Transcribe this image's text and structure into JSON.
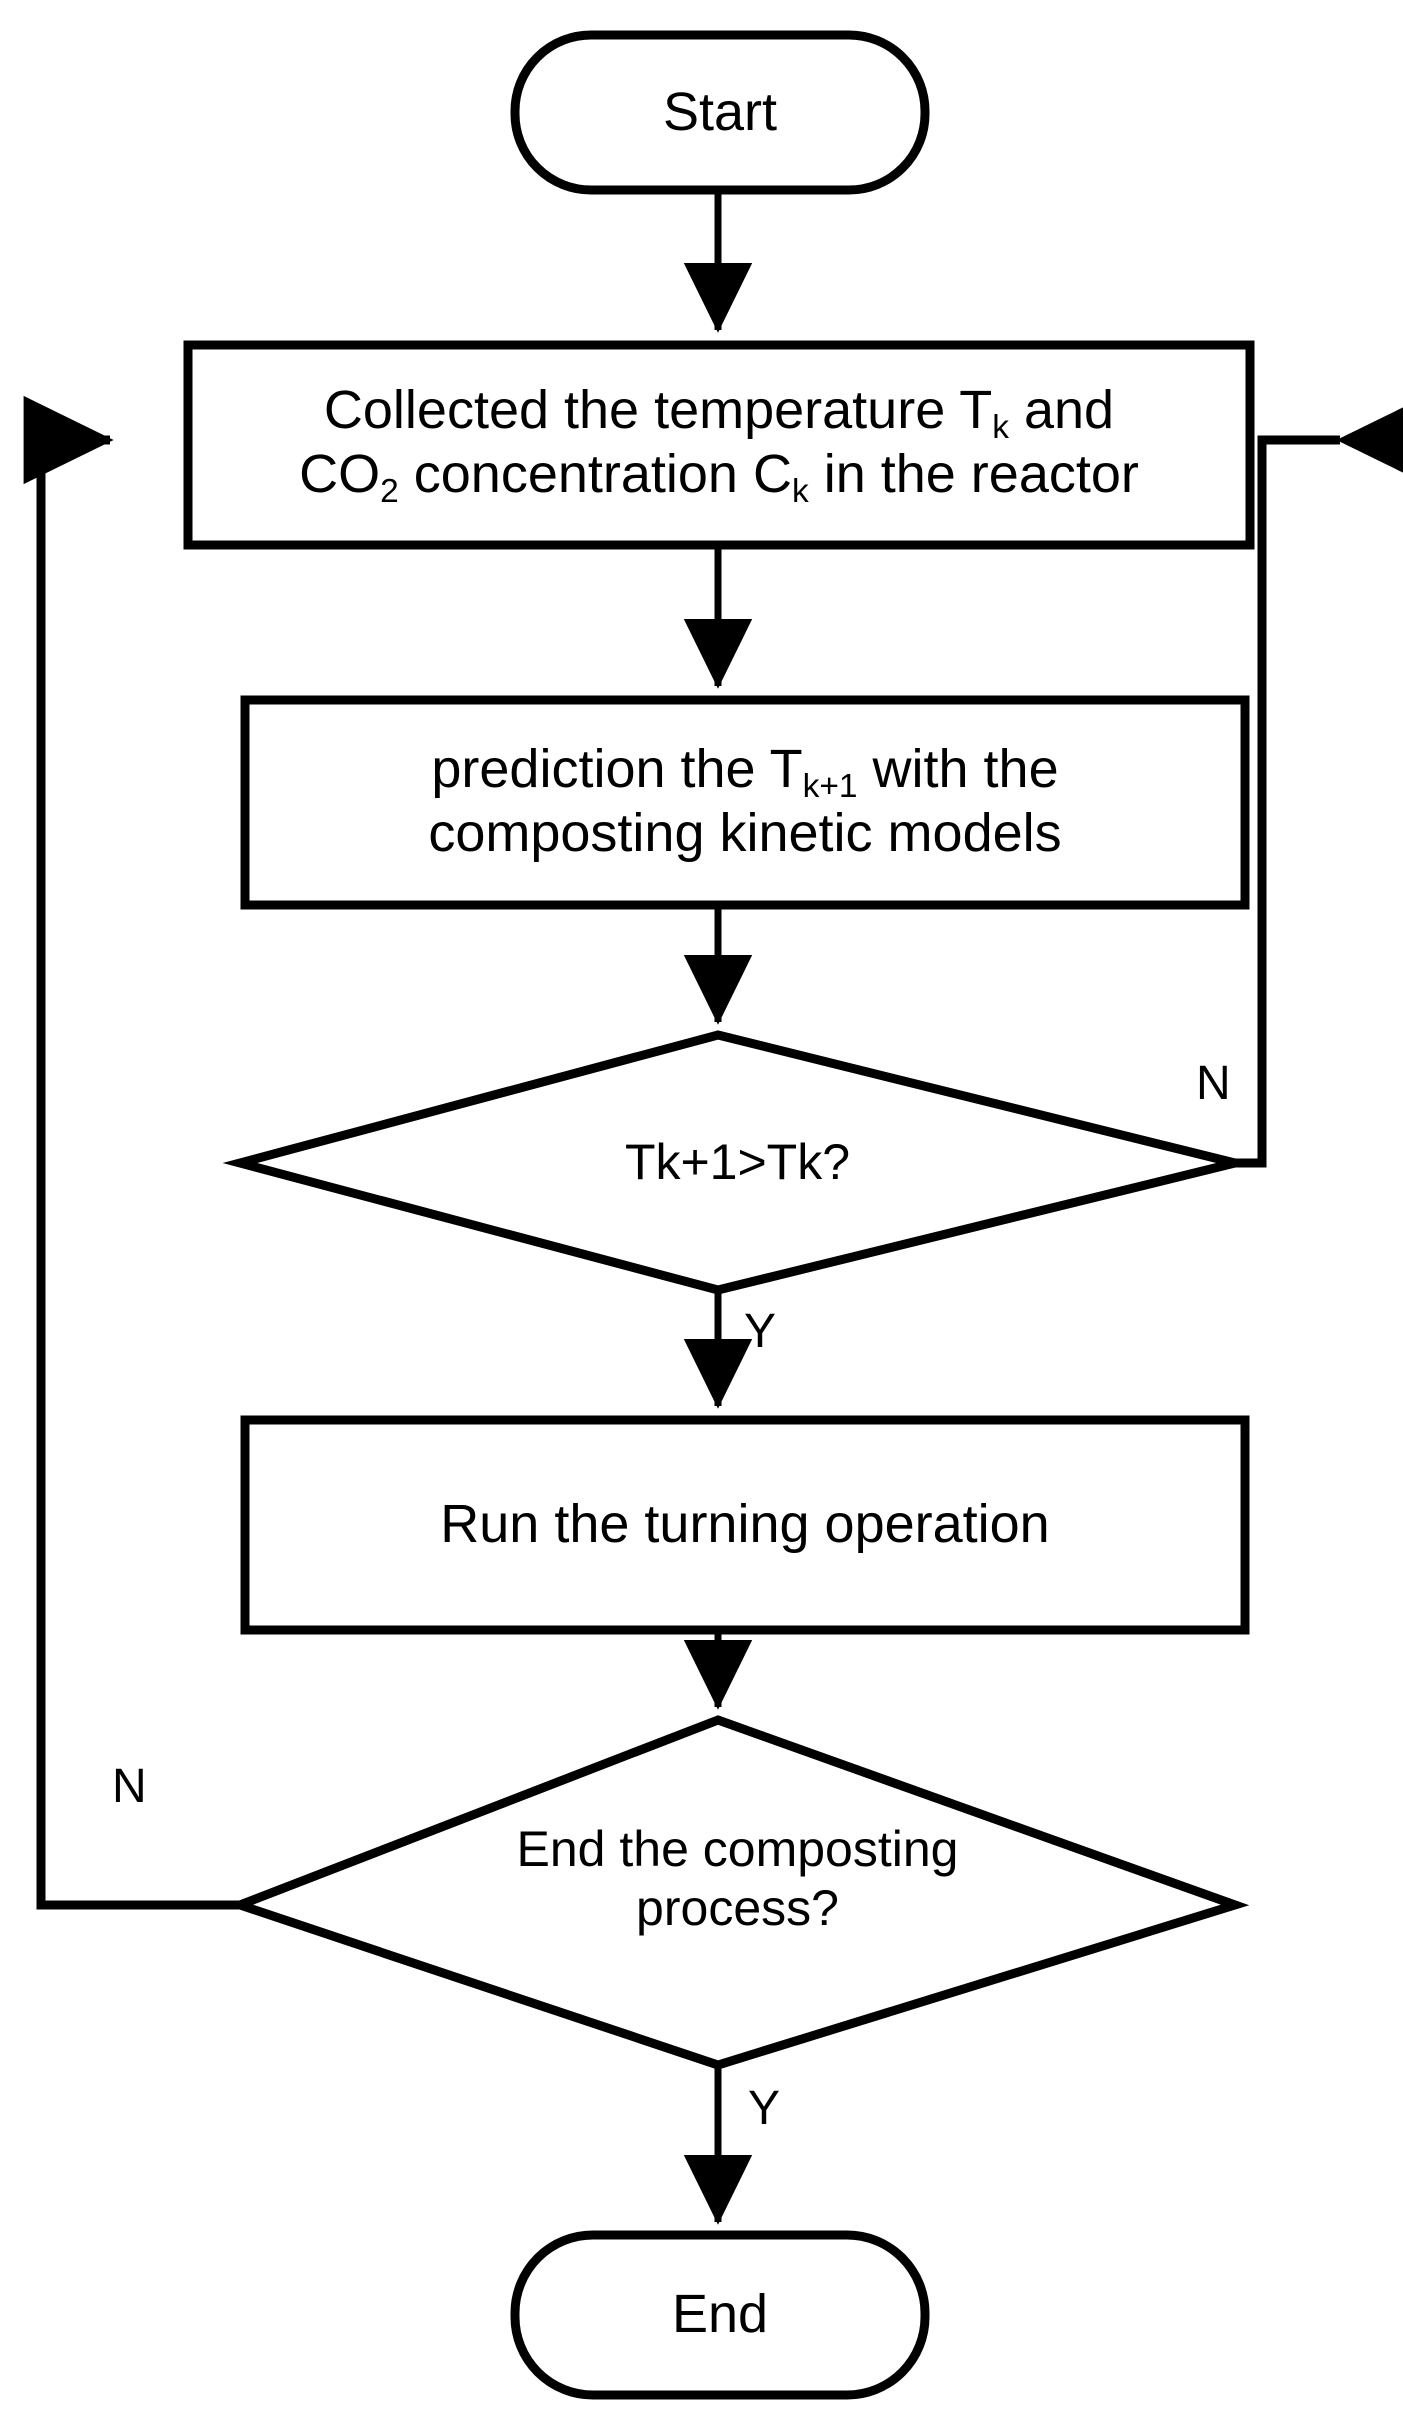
{
  "diagram": {
    "type": "flowchart",
    "title": "Composting turning-operation control flowchart",
    "orientation": "top-to-bottom",
    "stroke_color": "#000000",
    "fill_color": "#FFFFFF",
    "text_color": "#000000"
  },
  "nodes": {
    "start": {
      "shape": "terminator",
      "label": "Start"
    },
    "collect": {
      "shape": "process",
      "line1_prefix": "Collected the temperature T",
      "line1_sub": "k",
      "line1_suffix": " and",
      "line2_prefix": "CO",
      "line2_sub_a": "2",
      "line2_mid": " concentration C",
      "line2_sub_b": "k",
      "line2_suffix": "  in the reactor",
      "plain_text": "Collected the temperature Tk and CO2 concentration Ck in the reactor"
    },
    "predict": {
      "shape": "process",
      "line1_prefix": "prediction the T",
      "line1_sub": "k+1",
      "line1_suffix": " with the",
      "line2": "composting kinetic models",
      "plain_text": "prediction the Tk+1 with the composting kinetic models"
    },
    "decision_temp": {
      "shape": "decision",
      "label": "Tk+1>Tk?"
    },
    "turning": {
      "shape": "process",
      "label": "Run the turning operation"
    },
    "decision_end": {
      "shape": "decision",
      "line1": "End the composting",
      "line2": "process?",
      "plain_text": "End the composting process?"
    },
    "end": {
      "shape": "terminator",
      "label": "End"
    }
  },
  "edges": {
    "temp_no": "N",
    "temp_yes": "Y",
    "end_no": "N",
    "end_yes": "Y"
  }
}
